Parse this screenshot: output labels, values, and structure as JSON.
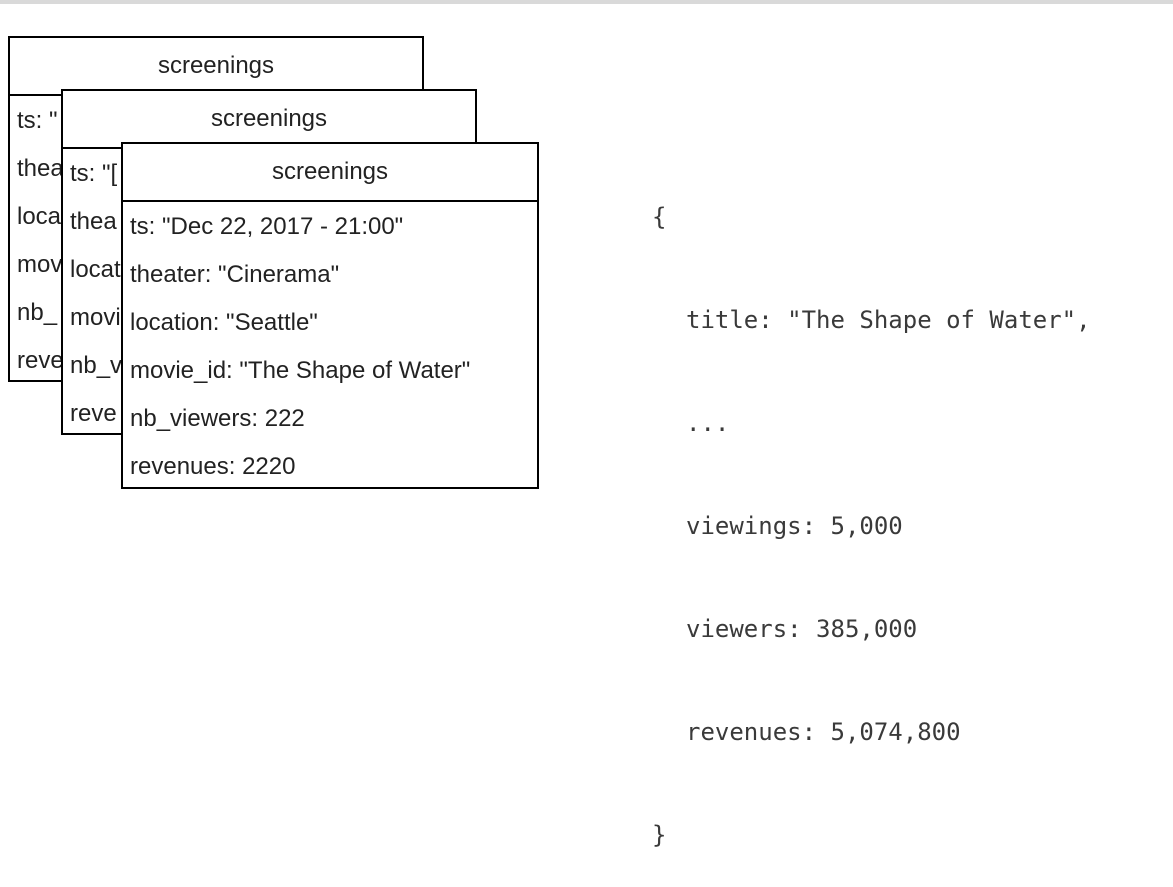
{
  "cards": [
    {
      "header": "screenings",
      "rows": [
        "ts: \"",
        "thea",
        "loca",
        "mov",
        "nb_",
        "reve"
      ]
    },
    {
      "header": "screenings",
      "rows": [
        "ts: \"[",
        "thea",
        "locat",
        "movi",
        "nb_v",
        "reve"
      ]
    },
    {
      "header": "screenings",
      "rows": [
        "ts: \"Dec 22, 2017 - 21:00\"",
        "theater: \"Cinerama\"",
        "location: \"Seattle\"",
        "movie_id: \"The Shape of Water\"",
        "nb_viewers: 222",
        "revenues: 2220"
      ]
    }
  ],
  "document": {
    "open_brace": "{",
    "lines": [
      "title: \"The Shape of Water\",",
      "...",
      "viewings: 5,000",
      "viewers: 385,000",
      "revenues: 5,074,800"
    ],
    "close_brace": "}"
  }
}
